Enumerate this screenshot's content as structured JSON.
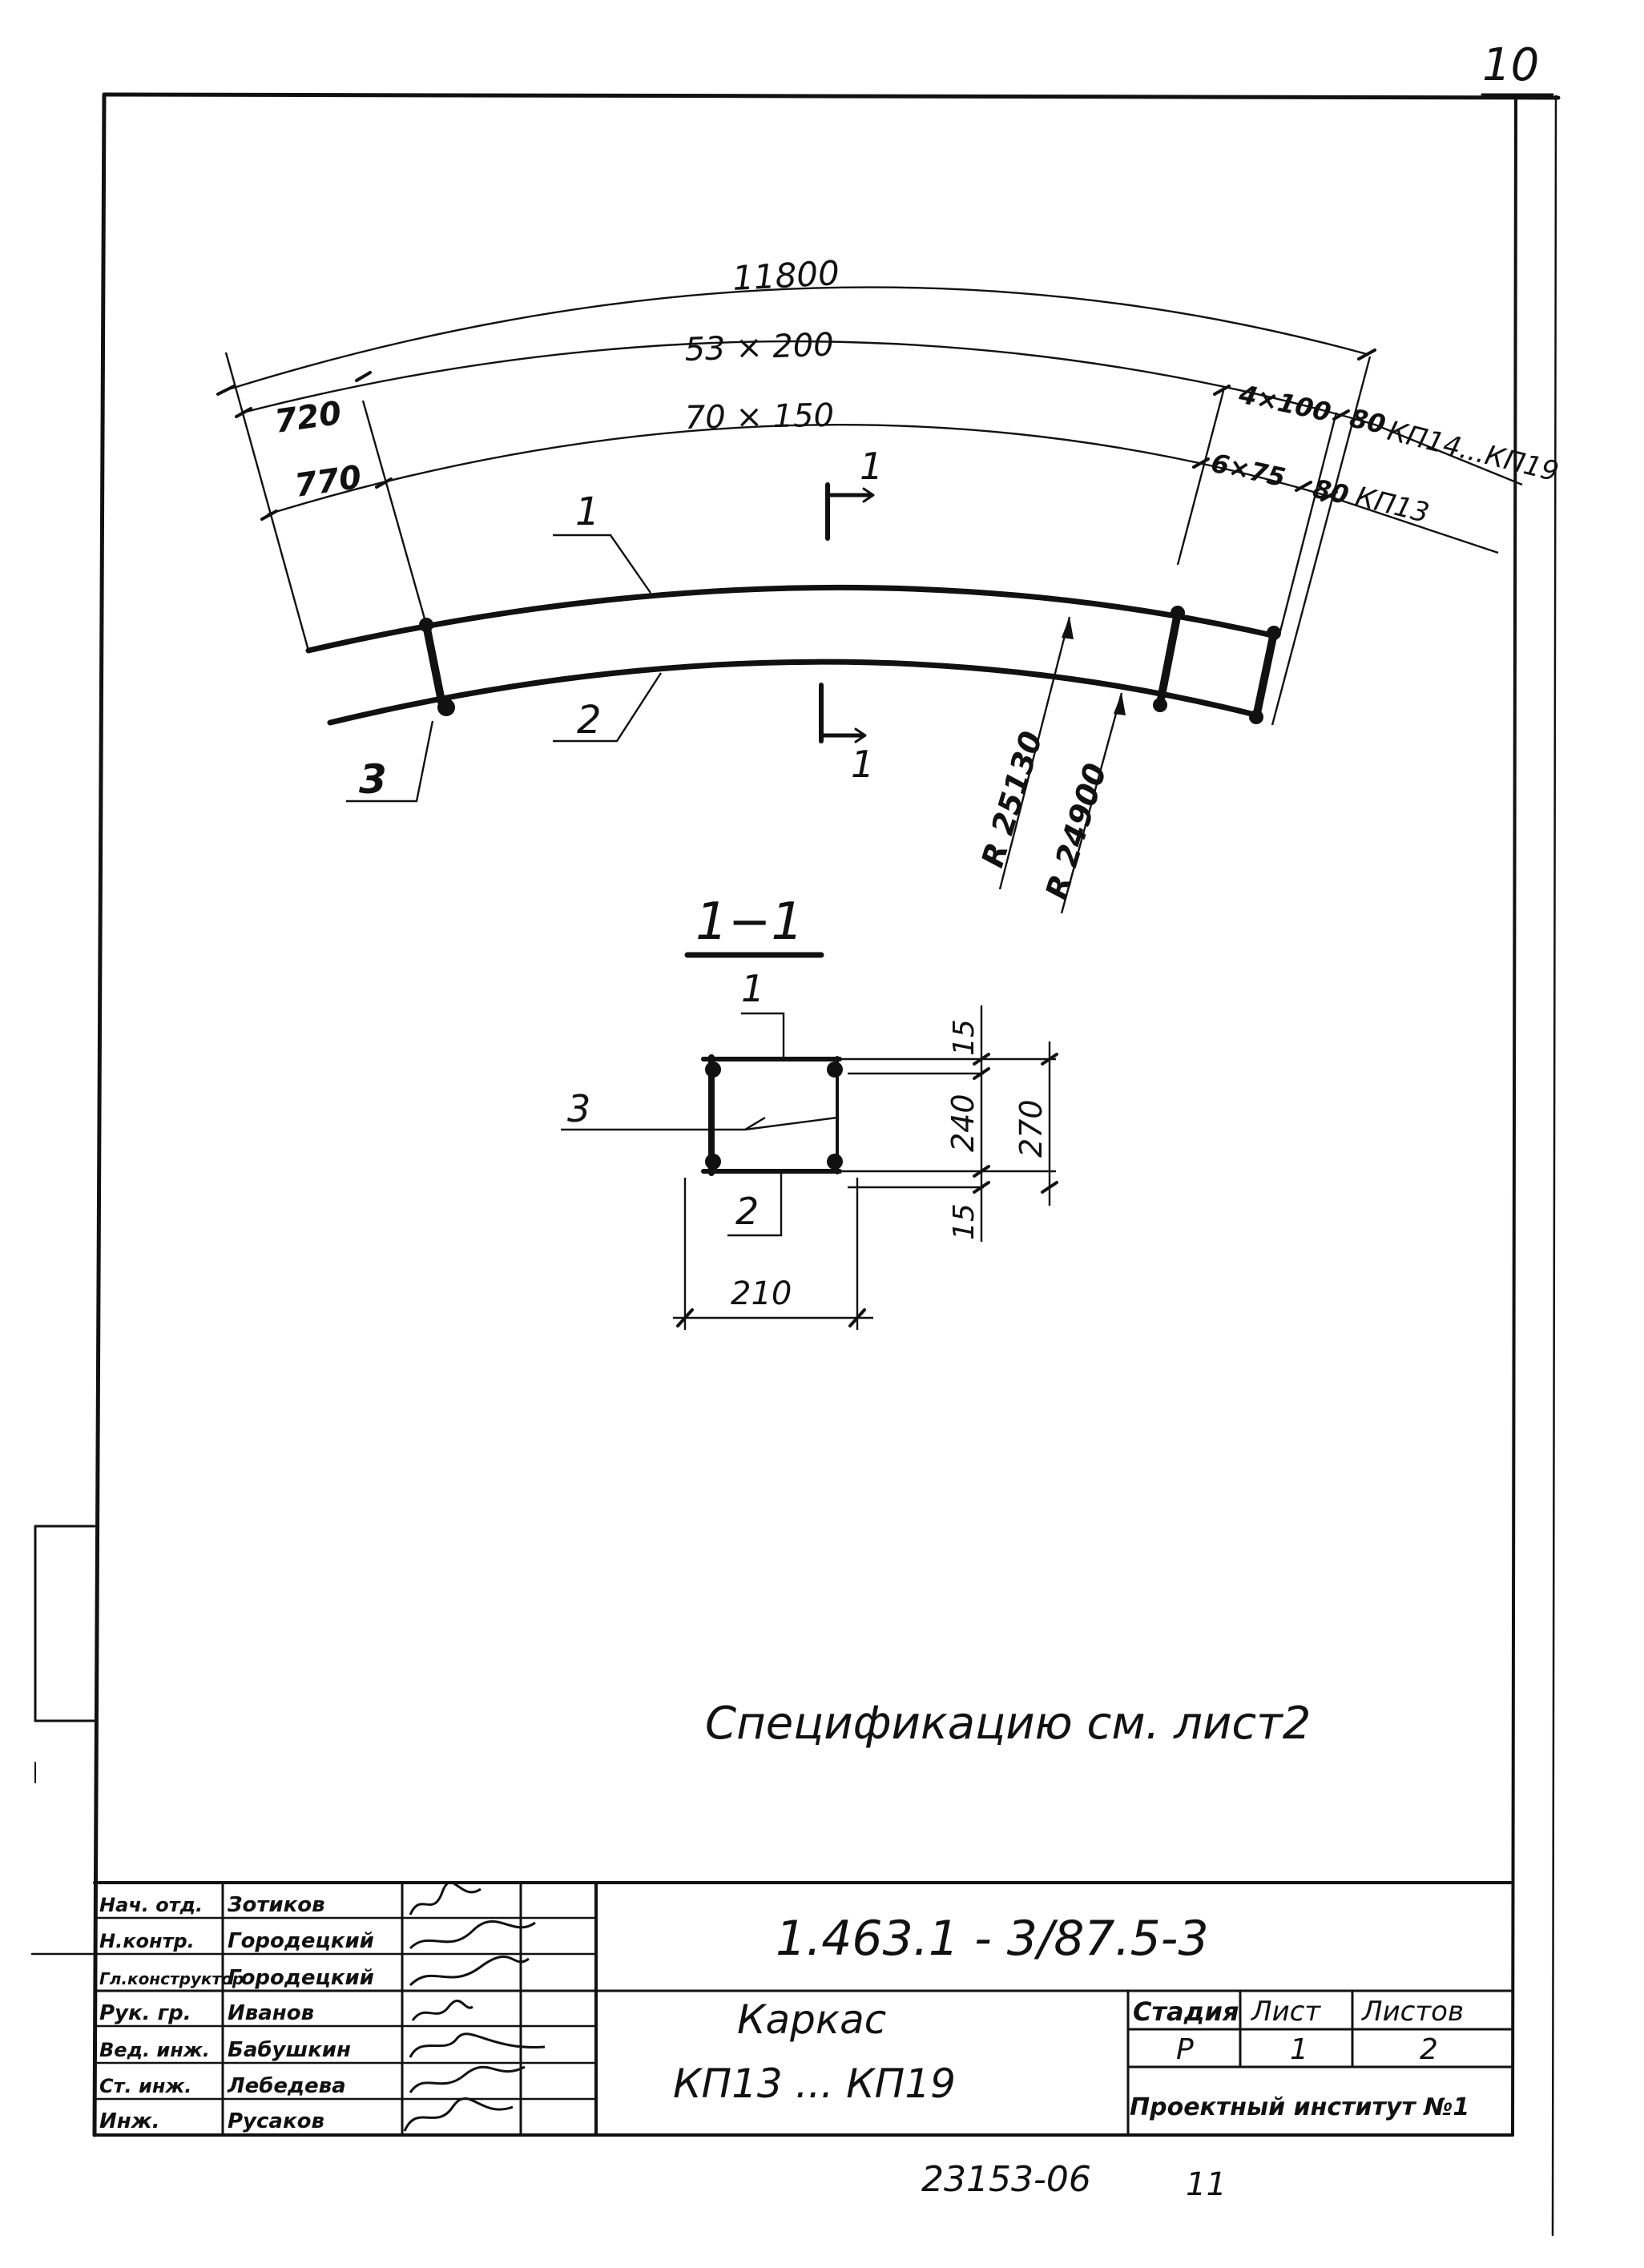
{
  "page_number": "10",
  "drawing": {
    "dimensions": {
      "overall_length": "11800",
      "upper_spacing": "53 × 200",
      "lower_spacing": "70 × 150",
      "upper_end_offset": "720",
      "lower_end_offset": "770",
      "upper_right_spacing": "4×100",
      "upper_right_end": "80",
      "upper_right_marks": "КП14...КП19",
      "lower_right_spacing": "6×75",
      "lower_right_end": "80",
      "lower_right_marks": "КП13",
      "radius_outer": "R 25130",
      "radius_inner": "R 24900"
    },
    "positions": {
      "top_bar": "1",
      "bottom_bar": "2",
      "connector": "3"
    },
    "section_marks": {
      "top": "1",
      "bottom": "1"
    },
    "section": {
      "title": "1−1",
      "label_top": "1",
      "label_left": "3",
      "label_bottom": "2",
      "dim_top": "15",
      "dim_middle": "240",
      "dim_bottom": "15",
      "dim_total": "270",
      "dim_width": "210"
    }
  },
  "note": "Спецификацию см. лист2",
  "title_block": {
    "doc_code": "1.463.1 - 3/87.5-3",
    "title_line1": "Каркас",
    "title_line2": "КП13 ... КП19",
    "stage_header": "Стадия",
    "sheet_header": "Лист",
    "sheets_header": "Листов",
    "stage": "Р",
    "sheet": "1",
    "sheets": "2",
    "organization": "Проектный институт №1",
    "roles": [
      {
        "role": "Нач. отд.",
        "name": "Зотиков"
      },
      {
        "role": "Н.контр.",
        "name": "Городецкий"
      },
      {
        "role": "Гл.конструктор",
        "name": "Городецкий"
      },
      {
        "role": "Рук. гр.",
        "name": "Иванов"
      },
      {
        "role": "Вед. инж.",
        "name": "Бабушкин"
      },
      {
        "role": "Ст. инж.",
        "name": "Лебедева"
      },
      {
        "role": "Инж.",
        "name": "Русаков"
      }
    ]
  },
  "archive_number": "23153-06",
  "archive_page": "11"
}
